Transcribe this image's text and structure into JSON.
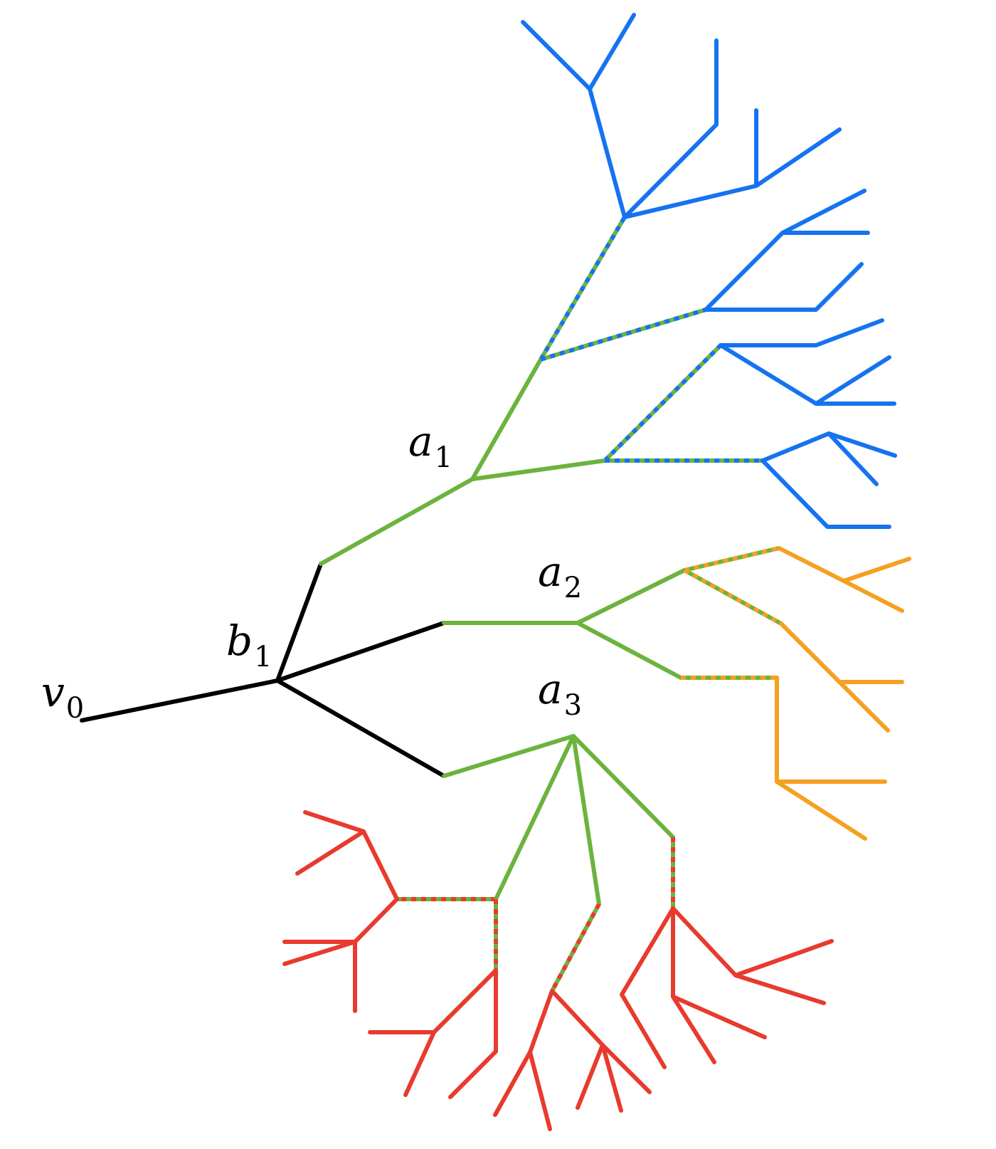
{
  "labels": {
    "v0": {
      "base": "v",
      "sub": "0"
    },
    "b1": {
      "base": "b",
      "sub": "1"
    },
    "a1": {
      "base": "a",
      "sub": "1"
    },
    "a2": {
      "base": "a",
      "sub": "2"
    },
    "a3": {
      "base": "a",
      "sub": "3"
    }
  },
  "colors": {
    "root": "#000000",
    "trunk": "#6cb33e",
    "a1_branch": "#1573f0",
    "a2_branch": "#f5a021",
    "a3_branch": "#e83a2e"
  },
  "legend": []
}
